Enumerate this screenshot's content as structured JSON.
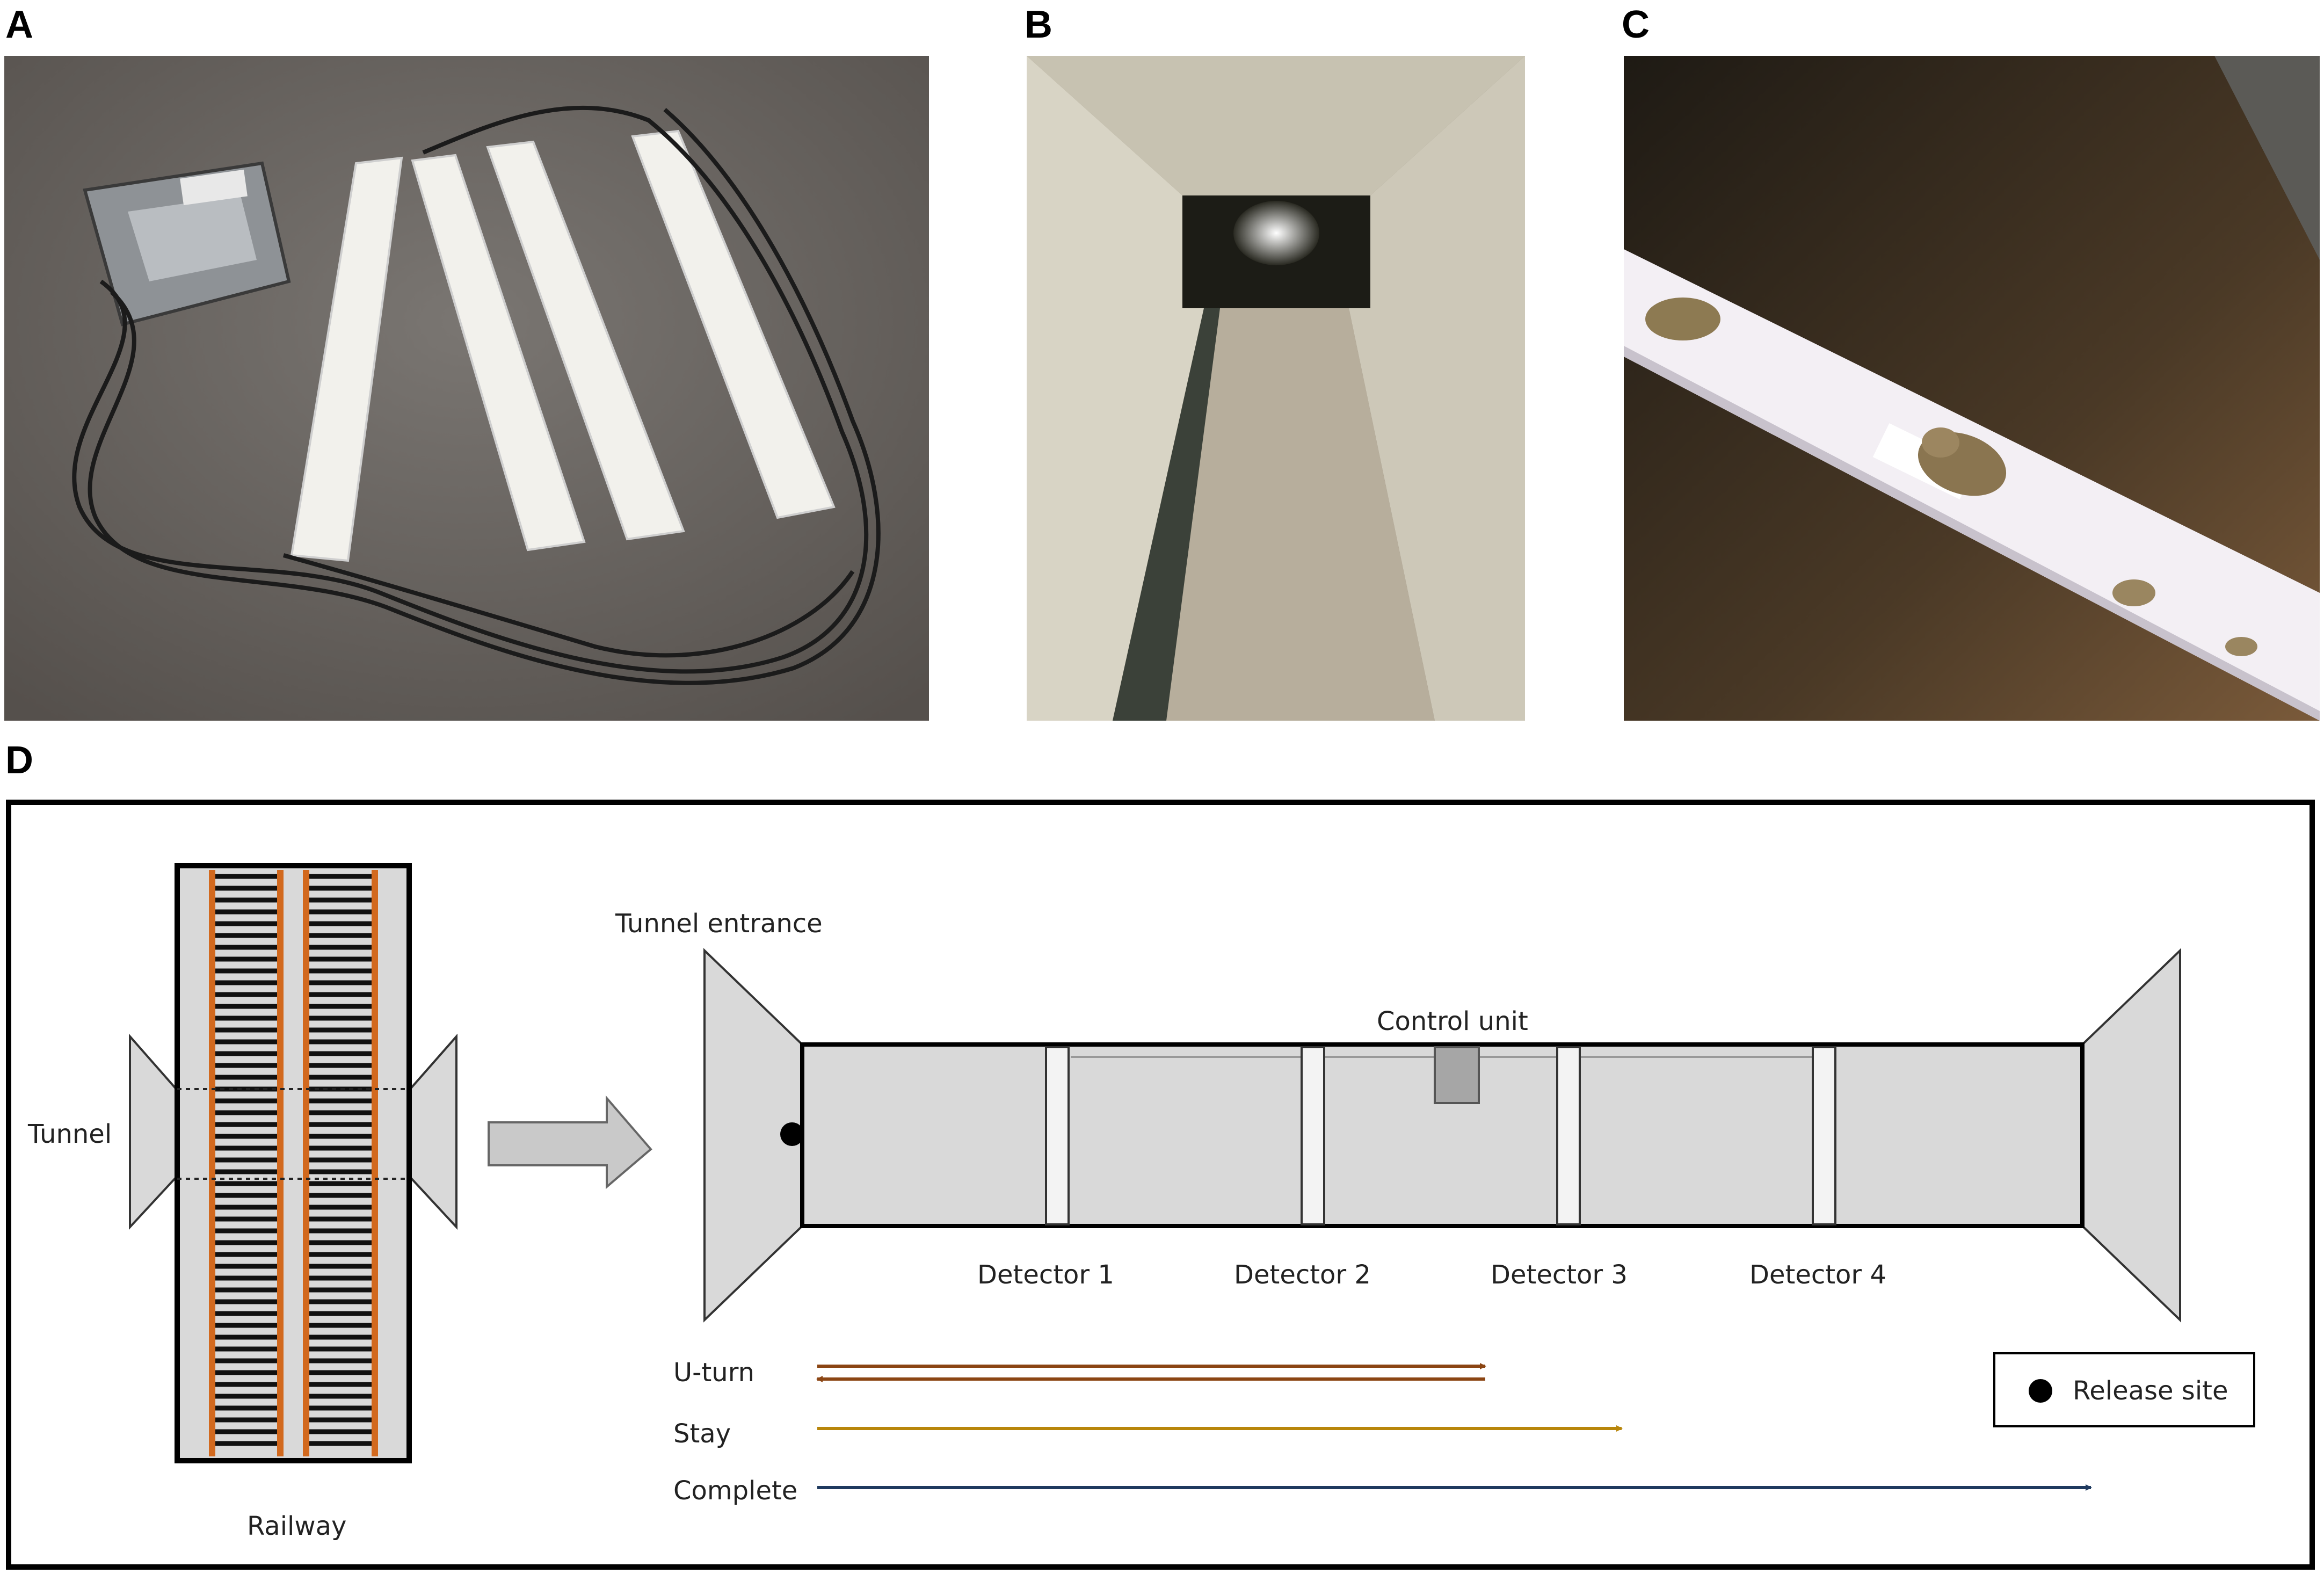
{
  "panels": {
    "a": {
      "letter": "A"
    },
    "b": {
      "letter": "B"
    },
    "c": {
      "letter": "C"
    },
    "d": {
      "letter": "D"
    }
  },
  "diagram": {
    "tunnel_label": "Tunnel",
    "railway_label": "Railway",
    "tunnel_entrance_label": "Tunnel entrance",
    "control_unit_label": "Control unit",
    "detectors": [
      "Detector 1",
      "Detector 2",
      "Detector 3",
      "Detector 4"
    ],
    "paths": {
      "uturn": "U-turn",
      "stay": "Stay",
      "complete": "Complete"
    },
    "legend": {
      "release_site": "Release site"
    },
    "colors": {
      "uturn": "#8b4513",
      "stay": "#b8860b",
      "complete": "#1f3a5f",
      "rail": "#d2691e",
      "tunnel_fill": "#d9d9d9",
      "control_unit": "#a6a6a6"
    }
  }
}
